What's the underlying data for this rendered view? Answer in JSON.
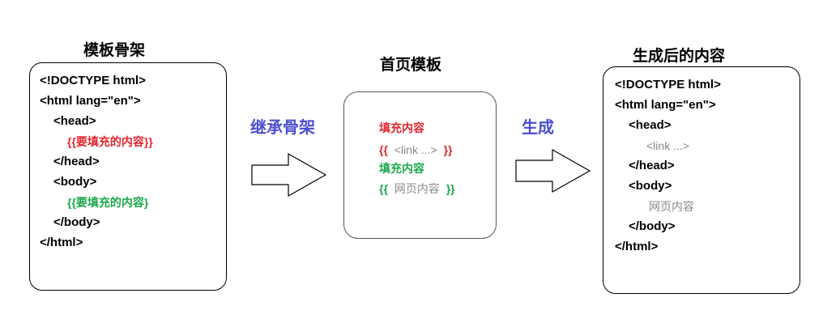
{
  "skeleton": {
    "title": "模板骨架",
    "lines": [
      {
        "text": "<!DOCTYPE html>",
        "color": "#000000"
      },
      {
        "text": "<html lang=\"en\">",
        "color": "#000000"
      },
      {
        "text": "<head>",
        "color": "#000000"
      },
      {
        "text": "{{要填充的内容}}",
        "color": "#e3262e"
      },
      {
        "text": "</head>",
        "color": "#000000"
      },
      {
        "text": "<body>",
        "color": "#000000"
      },
      {
        "text": "{{要填充的内容}",
        "color": "#1aa84a"
      },
      {
        "text": "</body>",
        "color": "#000000"
      },
      {
        "text": "</html>",
        "color": "#000000"
      }
    ]
  },
  "arrow1": {
    "label": "继承骨架"
  },
  "homepage": {
    "title": "首页模板",
    "lines": [
      {
        "text": "填充内容",
        "color": "#e3262e"
      },
      {
        "text_open": "{{",
        "text_mid": "<link ...>",
        "text_close": "}}",
        "color": "#e3262e"
      },
      {
        "text": "填充内容",
        "color": "#1aa84a"
      },
      {
        "text_open": "{{",
        "text_mid": "网页内容",
        "text_close": "}}",
        "color": "#1aa84a"
      }
    ]
  },
  "arrow2": {
    "label": "生成"
  },
  "generated": {
    "title": "生成后的内容",
    "lines": [
      {
        "text": "<!DOCTYPE html>",
        "color": "#000000"
      },
      {
        "text": "<html lang=\"en\">",
        "color": "#000000"
      },
      {
        "text": "<head>",
        "color": "#000000"
      },
      {
        "text": "<link ...>",
        "color": "#888888"
      },
      {
        "text": "</head>",
        "color": "#000000"
      },
      {
        "text": "<body>",
        "color": "#000000"
      },
      {
        "text": "网页内容",
        "color": "#888888"
      },
      {
        "text": "</body>",
        "color": "#000000"
      },
      {
        "text": "</html>",
        "color": "#000000"
      }
    ]
  },
  "colors": {
    "arrow_label": "#4a4fd1",
    "fill_red": "#e3262e",
    "fill_green": "#1aa84a",
    "gray": "#888888"
  }
}
